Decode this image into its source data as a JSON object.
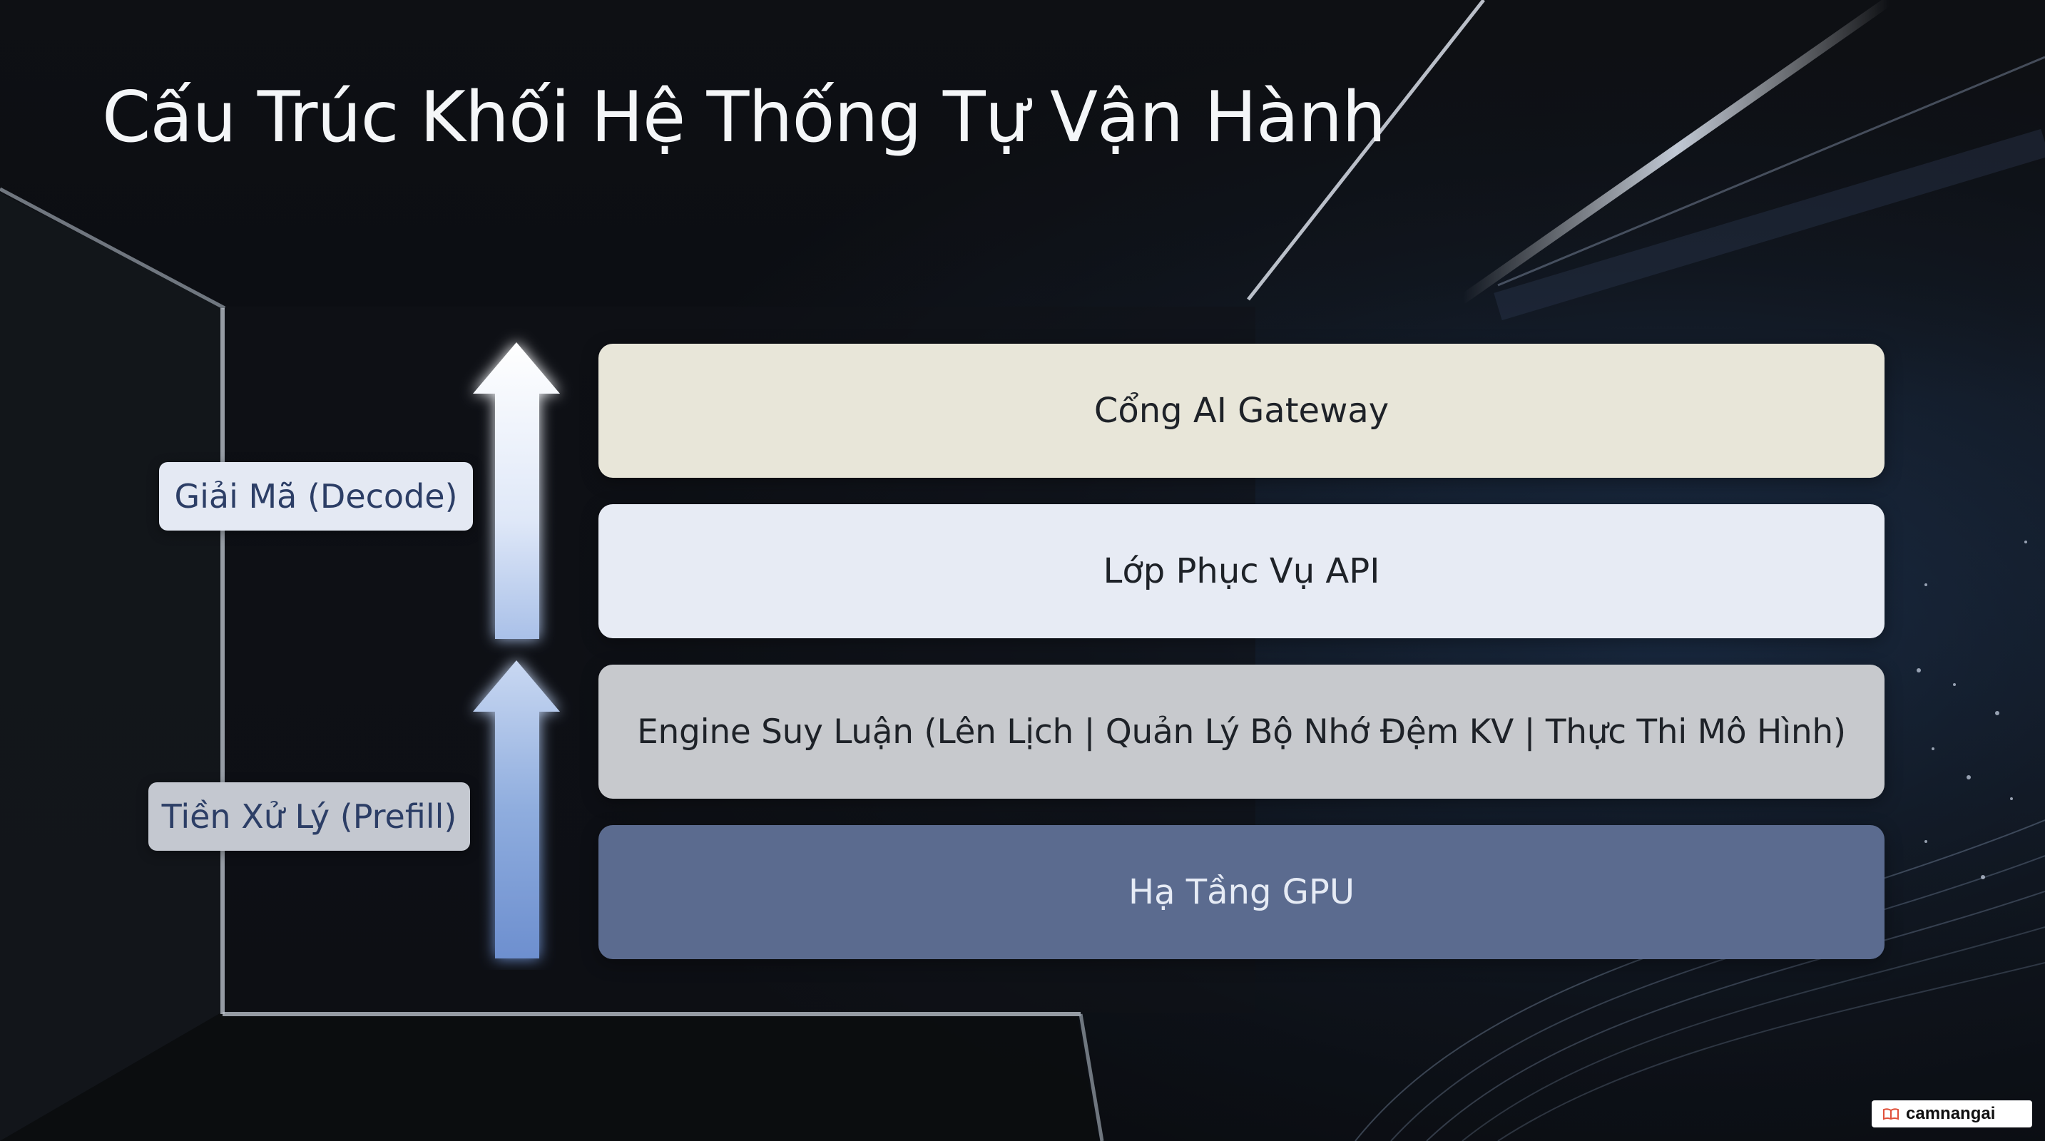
{
  "slide": {
    "title": "Cấu Trúc Khối Hệ Thống Tự Vận Hành"
  },
  "diagram": {
    "layers": [
      {
        "label": "Cổng AI Gateway",
        "color": "#e8e6d9"
      },
      {
        "label": "Lớp Phục Vụ API",
        "color": "#e7ebf4"
      },
      {
        "label": "Engine Suy Luận (Lên Lịch | Quản Lý Bộ Nhớ Đệm KV | Thực Thi Mô Hình)",
        "color": "#c7c9cd"
      },
      {
        "label": "Hạ Tầng GPU",
        "color": "#5b6b8f"
      }
    ],
    "phases": {
      "decode": "Giải Mã (Decode)",
      "prefill": "Tiền Xử Lý (Prefill)"
    }
  },
  "watermark": {
    "text": "camnangai",
    "icon": "book-icon"
  }
}
